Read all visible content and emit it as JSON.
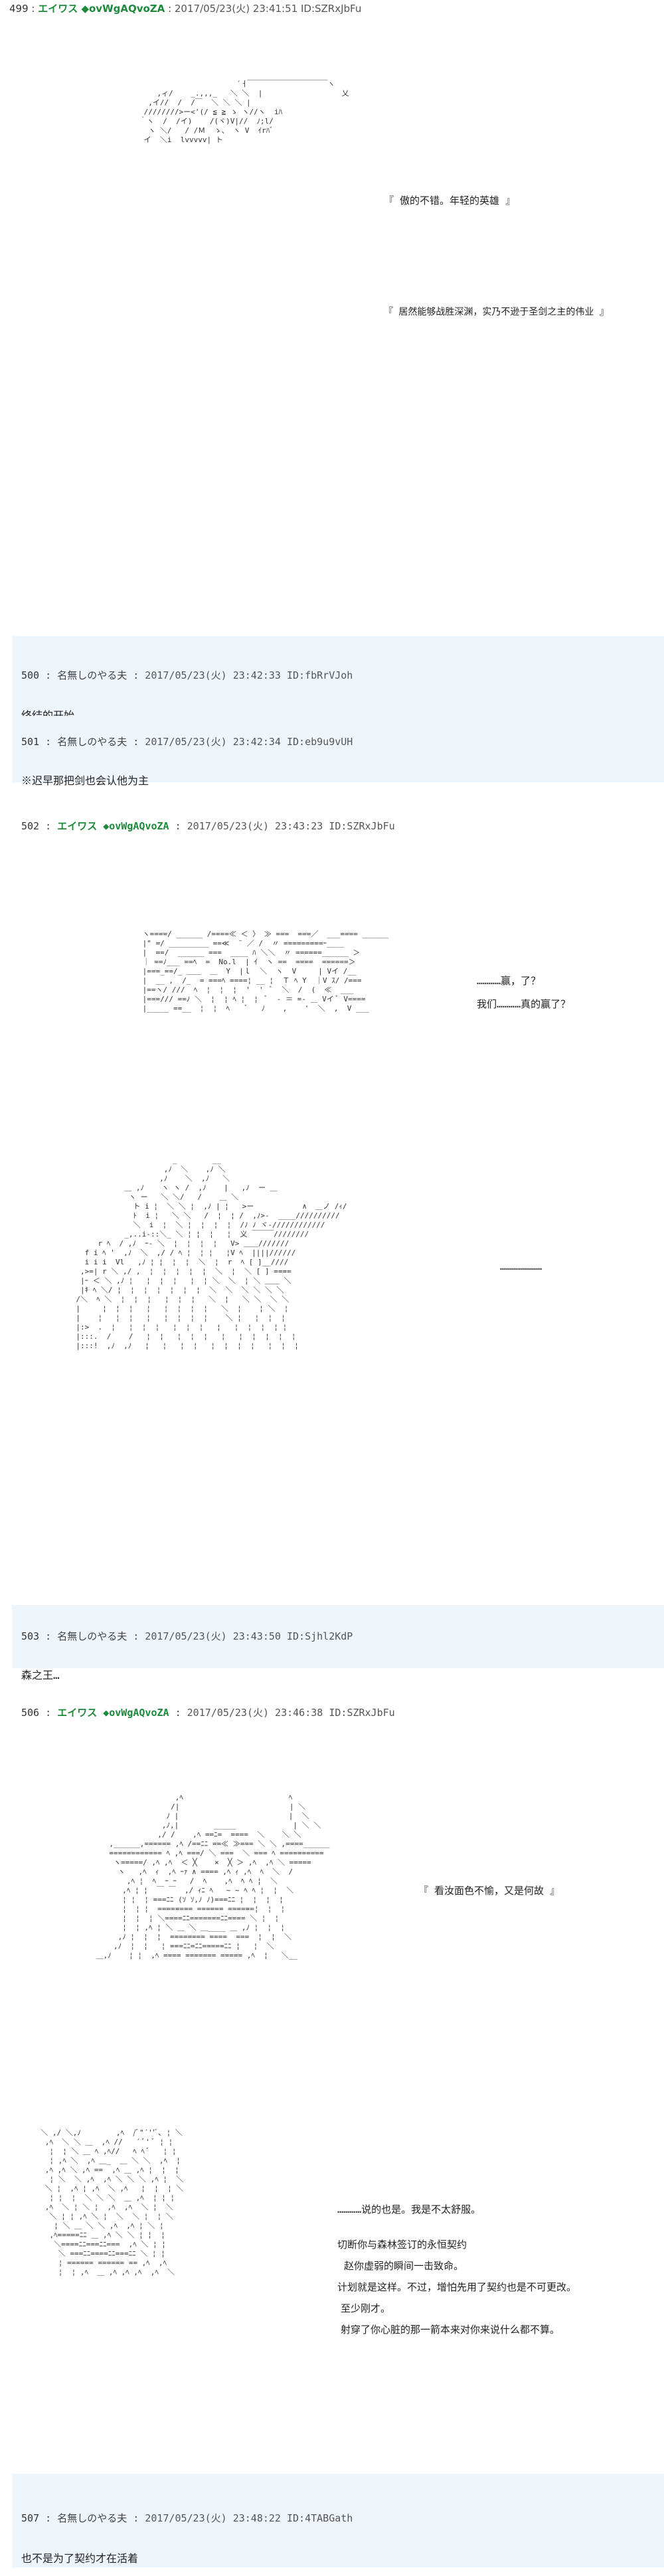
{
  "posts": [
    {
      "header": {
        "num": "499",
        "name": "エイワス ◆ovWgAQvoZA",
        "date": "2017/05/23(火) 23:41:51",
        "id": "ID:SZRxJbFu"
      },
      "speech": [
        "『 傲的不错。年轻的英雄 』",
        "『 居然能够战胜深渊，实乃不逊于圣剑之主的伟业 』"
      ]
    },
    {
      "header": {
        "num": "500",
        "name": "名無しのやる夫",
        "date": "2017/05/23(火) 23:42:33",
        "id": "ID:fbRrVJoh"
      },
      "text": "终结的开始"
    },
    {
      "header": {
        "num": "501",
        "name": "名無しのやる夫",
        "date": "2017/05/23(火) 23:42:34",
        "id": "ID:eb9u9vUH"
      },
      "text": "※迟早那把剑也会认他为主"
    },
    {
      "header": {
        "num": "502",
        "name": "エイワス ◆ovWgAQvoZA",
        "date": "2017/05/23(火) 23:43:23",
        "id": "ID:SZRxJbFu"
      },
      "speech": [
        "…………赢，了？",
        "我们…………真的赢了？",
        "…………………"
      ]
    },
    {
      "header": {
        "num": "503",
        "name": "名無しのやる夫",
        "date": "2017/05/23(火) 23:43:50",
        "id": "ID:Sjhl2KdP"
      },
      "text": "森之王…"
    },
    {
      "header": {
        "num": "506",
        "name": "エイワス ◆ovWgAQvoZA",
        "date": "2017/05/23(火) 23:46:38",
        "id": "ID:SZRxJbFu"
      },
      "speech": [
        "『 看汝面色不愉，又是何故 』",
        "…………说的也是。我是不太舒服。",
        "切断你与森林签订的永恒契约",
        "赵你虚弱的瞬间一击致命。",
        "计划就是这样。不过，增怕先用了契约也是不可更改。",
        "至少刚才。",
        "射穿了你心脏的那一箭本来对你来说什么都不算。"
      ]
    },
    {
      "header": {
        "num": "507",
        "name": "名無しのやる夫",
        "date": "2017/05/23(火) 23:48:22",
        "id": "ID:4TABGath"
      },
      "text": "也不是为了契约才在活着"
    }
  ],
  "colors": {
    "name": "#1c8a3a",
    "alt_bg": "#eef6fc"
  }
}
